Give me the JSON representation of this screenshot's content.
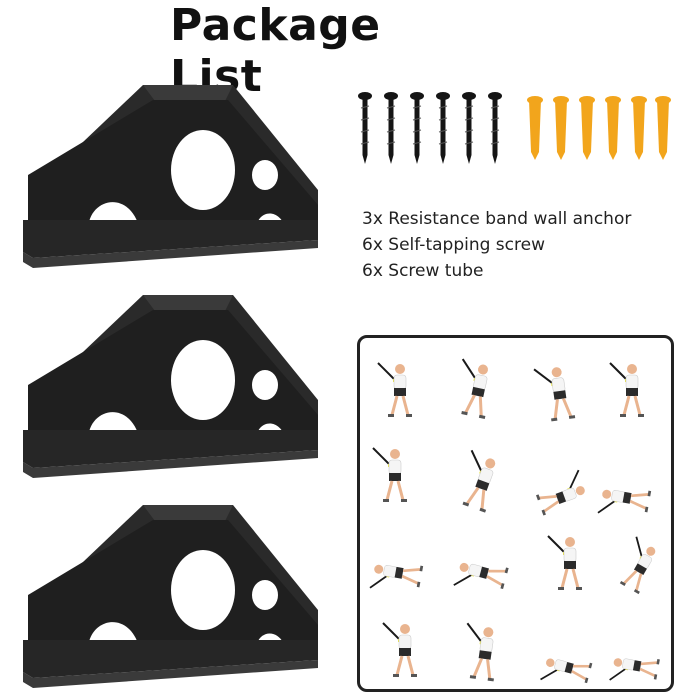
{
  "title": "Package List",
  "contents": [
    "3x Resistance band wall anchor",
    "6x Self-tapping screw",
    "6x Screw tube"
  ],
  "colors": {
    "anchor": "#1f1f1f",
    "screw": "#151515",
    "tube": "#f2a51c",
    "strap": "#1a1a1a",
    "handle": "#e8e23a",
    "skin": "#e9b48f",
    "shirt": "#ffffff",
    "shorts": "#2b2b2b"
  }
}
